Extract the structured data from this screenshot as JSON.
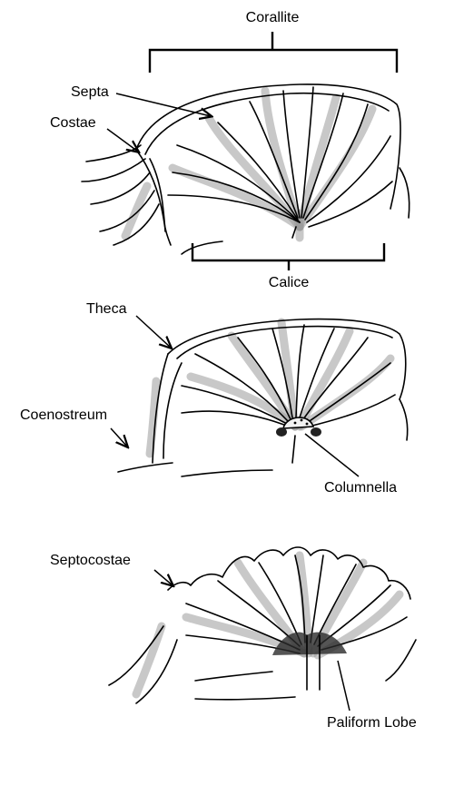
{
  "labels": {
    "corallite": "Corallite",
    "septa": "Septa",
    "costae": "Costae",
    "calice": "Calice",
    "theca": "Theca",
    "coenostreum": "Coenostreum",
    "columnella": "Columnella",
    "septocostae": "Septocostae",
    "paliform_lobe": "Paliform Lobe"
  }
}
